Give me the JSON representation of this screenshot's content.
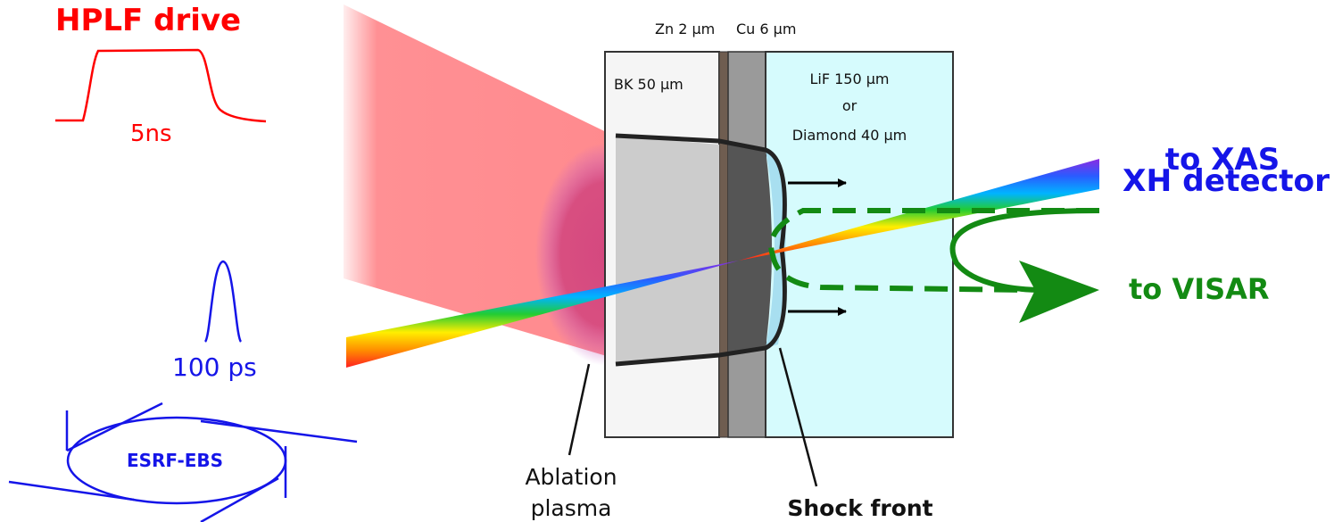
{
  "colors": {
    "hplf": "#ff0000",
    "esrf": "#1515e8",
    "visar": "#138a13",
    "lif": "#d6fbfd",
    "bk": "#f5f5f5",
    "zn": "#6f5d50",
    "cu": "#9a9a9a",
    "shocked_bk": "#cccccc",
    "shocked_cu": "#555555",
    "laser": "#ff8a8e"
  },
  "hplf": {
    "title": "HPLF drive",
    "duration": "5ns"
  },
  "esrf": {
    "pulse": "100 ps",
    "ring": "ESRF-EBS"
  },
  "target": {
    "zn": "Zn 2 μm",
    "cu": "Cu 6 μm",
    "bk": "BK 50 μm",
    "lif_1": "LiF 150 μm",
    "lif_2": "or",
    "lif_3": "Diamond 40 μm"
  },
  "outputs": {
    "xas_1": "to XAS",
    "xas_2": "XH detector",
    "visar": "to VISAR"
  },
  "annotations": {
    "ablation_1": "Ablation",
    "ablation_2": "plasma",
    "shock": "Shock front"
  }
}
